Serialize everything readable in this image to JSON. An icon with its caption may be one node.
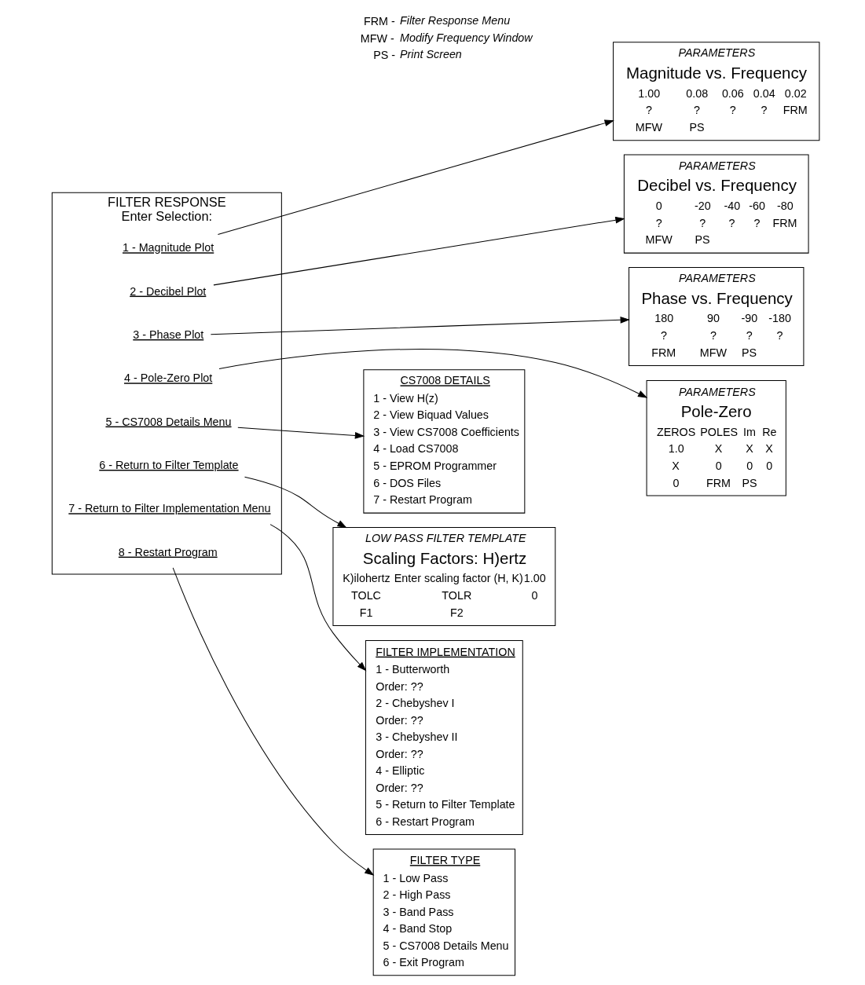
{
  "diagram": {
    "nodes": [
      {
        "text": [
          "FILTER RESPONSE",
          "Enter Selection:"
        ]
      },
      {
        "text": [
          "1 - Magnitude Plot"
        ],
        "in": 0
      },
      {
        "text": [
          "2 - Decibel Plot"
        ],
        "in": 0
      },
      {
        "text": [
          "3 - Phase Plot"
        ],
        "in": 0
      },
      {
        "text": [
          "4 - Pole-Zero Plot"
        ],
        "in": 0
      },
      {
        "text": [
          "5 - CS7008 Details Menu"
        ],
        "in": 0
      },
      {
        "text": [
          "6 - Return to Filter Template"
        ],
        "in": 0
      },
      {
        "text": [
          "7 - Return to Filter Implementation Menu"
        ],
        "in": 0
      },
      {
        "text": [
          "8 - Restart Program"
        ],
        "in": 0
      },
      {
        "text": [
          "FILTER IMPLEMENTATION",
          "1 - Butterworth",
          "Order: ??",
          "2 - Chebyshev I",
          "Order: ??",
          "3 - Chebyshev II",
          "Order: ??",
          "4 - Elliptic",
          "Order: ??",
          "5 - Return to Filter Template",
          "6 - Restart Program"
        ]
      },
      {
        "text": [
          "FILTER TYPE",
          "1 - Low Pass",
          "2 - High Pass",
          "3 - Band Pass",
          "4 - Band Stop",
          "5 - CS7008 Details Menu",
          "6 - Exit Program"
        ]
      },
      {
        "text": [
          "LOW PASS FILTER TEMPLATE",
          "Scaling Factors: H)ertz",
          "K)ilohertz",
          "Enter scaling factor (H, K)",
          "1.00",
          "TOLC",
          "TOLR",
          "0",
          "F1",
          "F2"
        ]
      },
      {
        "text": [
          "CS7008 DETAILS",
          "1 - View H(z)",
          "2 - View Biquad Values",
          "3 - View CS7008 Coefficients",
          "4 - Load CS7008",
          "5 - EPROM Programmer",
          "6 - DOS Files",
          "7 - Restart Program"
        ]
      },
      {
        "text": [
          "PARAMETERS",
          "Magnitude vs. Frequency",
          "1.00",
          "0.08",
          "0.06",
          "0.04",
          "0.02",
          "?",
          "?",
          "?",
          "?",
          "FRM",
          "MFW",
          "PS"
        ]
      },
      {
        "text": [
          "PARAMETERS",
          "Decibel vs. Frequency",
          "0",
          "-20",
          "-40",
          "-60",
          "-80",
          "?",
          "?",
          "?",
          "?",
          "FRM",
          "MFW",
          "PS"
        ]
      },
      {
        "text": [
          "PARAMETERS",
          "Phase vs. Frequency",
          "180",
          "90",
          "-90",
          "-180",
          "?",
          "?",
          "?",
          "?",
          "FRM",
          "MFW",
          "PS"
        ]
      },
      {
        "text": [
          "PARAMETERS",
          "Pole-Zero",
          "ZEROS",
          "POLES",
          "Im",
          "Re",
          "1.0",
          "X",
          "X",
          "X",
          "X",
          "0",
          "0",
          "0",
          "0",
          "FRM",
          "PS"
        ]
      }
    ],
    "edges": [
      {
        "from": 1,
        "to": 13,
        "arrow": "to"
      },
      {
        "from": 2,
        "to": 14,
        "arrow": "to"
      },
      {
        "from": 3,
        "to": 15,
        "arrow": "to"
      },
      {
        "from": 4,
        "to": 16,
        "arrow": "to"
      },
      {
        "from": 5,
        "to": 12,
        "arrow": "to"
      },
      {
        "from": 6,
        "to": 11,
        "arrow": "to"
      },
      {
        "from": 7,
        "to": 9,
        "arrow": "to"
      },
      {
        "from": 8,
        "to": 10,
        "arrow": "to"
      }
    ],
    "labels": [
      "FRM -",
      "Filter Response Menu",
      "MFW -",
      "Modify Frequency Window",
      "PS -",
      "Print Screen"
    ]
  }
}
